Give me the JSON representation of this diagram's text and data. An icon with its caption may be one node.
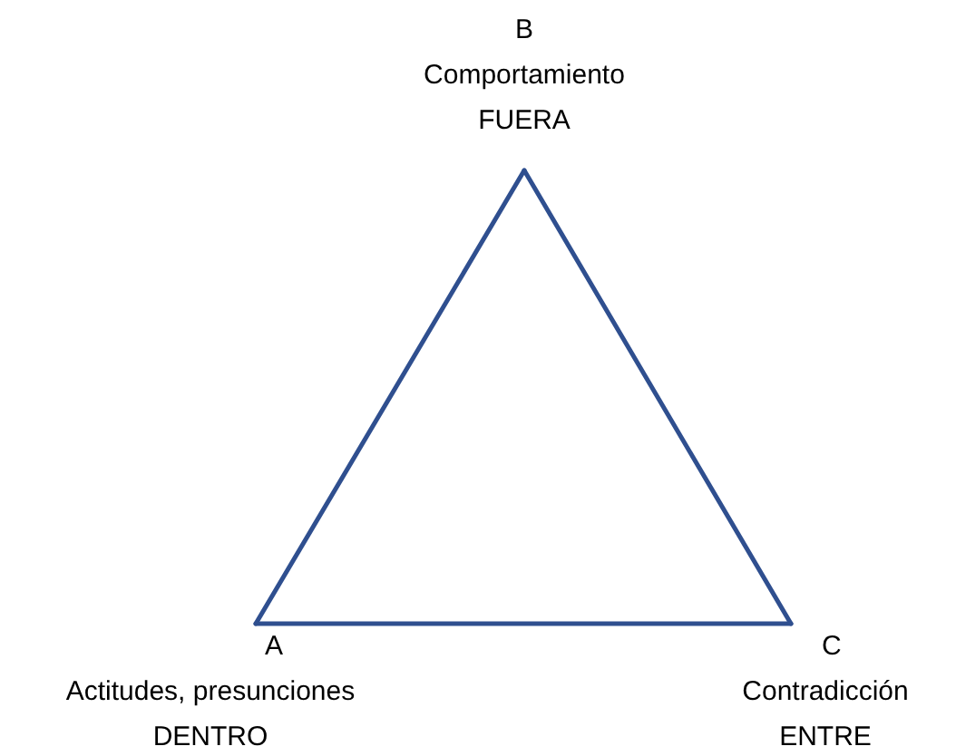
{
  "diagram": {
    "nodes": [
      {
        "text": [
          "B",
          "Comportamiento",
          "FUERA"
        ]
      },
      {
        "text": [
          "A",
          "Actitudes, presunciones",
          "DENTRO"
        ]
      },
      {
        "text": [
          "C",
          "Contradicción",
          "ENTRE"
        ]
      }
    ],
    "edges": [
      {
        "from": 1,
        "to": 0,
        "arrow": "none"
      },
      {
        "from": 0,
        "to": 2,
        "arrow": "none"
      },
      {
        "from": 2,
        "to": 1,
        "arrow": "none"
      }
    ]
  }
}
